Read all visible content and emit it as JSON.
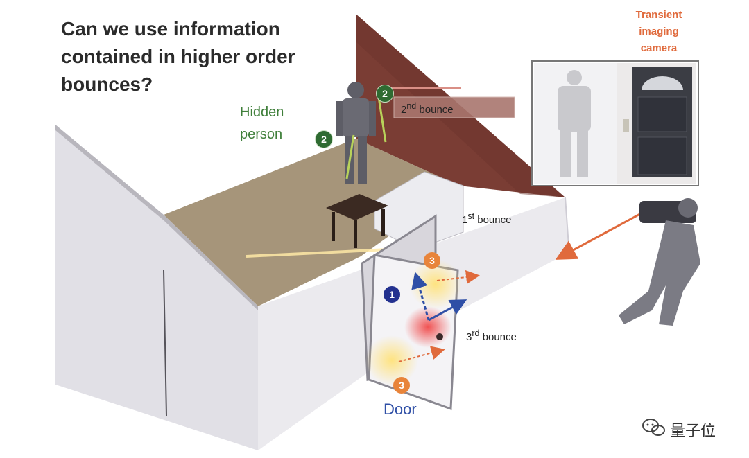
{
  "title": "Can we use information contained in higher order bounces?",
  "hidden_person_label": [
    "Hidden",
    "person"
  ],
  "camera_label": [
    "Transient",
    "imaging",
    "camera"
  ],
  "bounce_labels": {
    "second": {
      "ordinal": "2",
      "suffix": "nd",
      "text": "bounce"
    },
    "first": {
      "ordinal": "1",
      "suffix": "st",
      "text": "bounce"
    },
    "third": {
      "ordinal": "3",
      "suffix": "rd",
      "text": "bounce"
    }
  },
  "door_label": "Door",
  "badges": {
    "green_top": "2",
    "green_bottom": "2",
    "blue": "1",
    "orange_top": "3",
    "orange_bottom": "3"
  },
  "watermark": "量子位",
  "colors": {
    "floor": "#a6957a",
    "back_wall": "#7a3d34",
    "side_walls": "#e1e0e6",
    "camera_ray": "#e06a3c",
    "hidden_green": "#3f7f3a",
    "door_blue": "#2f4fa6"
  },
  "icons": [
    "wechat-icon",
    "person-icon",
    "camera-operator-icon",
    "table-icon",
    "door-icon"
  ]
}
